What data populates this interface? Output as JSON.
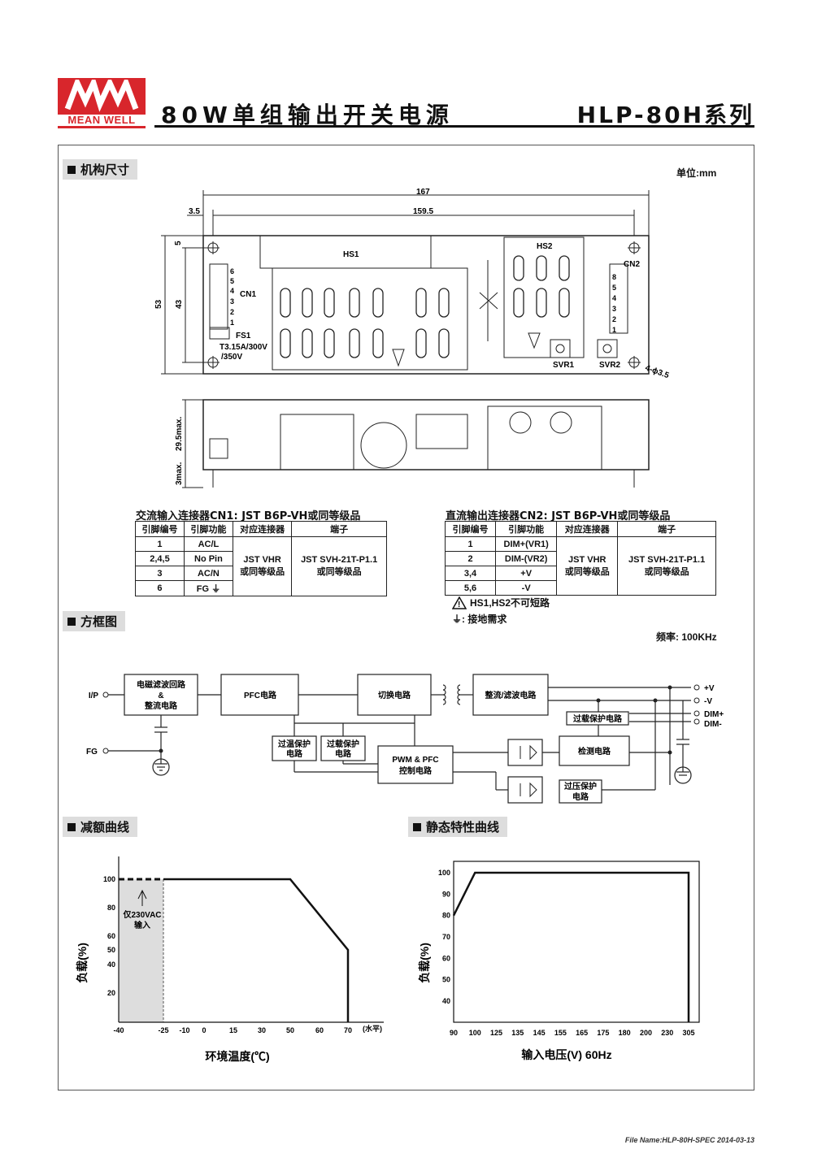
{
  "header": {
    "logo_text": "MEAN WELL",
    "title": "80W单组输出开关电源",
    "series": "HLP-80H系列"
  },
  "sections": {
    "mech": "机构尺寸",
    "block": "方框图",
    "derating": "减额曲线",
    "static": "静态特性曲线"
  },
  "mech": {
    "unit": "单位:mm",
    "dims": {
      "d167": "167",
      "d159": "159.5",
      "d35": "3.5",
      "d5": "5",
      "d53": "53",
      "d43": "43",
      "d295": "29.5max.",
      "d3": "3max.",
      "holes": "4-ϕ3.5"
    },
    "labels": {
      "hs1": "HS1",
      "hs2": "HS2",
      "cn1": "CN1",
      "cn2": "CN2",
      "fs1": "FS1",
      "fuse": "T3.15A/300V",
      "fuse2": "/350V",
      "svr1": "SVR1",
      "svr2": "SVR2"
    },
    "cn1_pins": [
      "6",
      "5",
      "4",
      "3",
      "2",
      "1"
    ],
    "cn2_pins": [
      "8",
      "5",
      "4",
      "3",
      "2",
      "1"
    ]
  },
  "cn1": {
    "title": "交流输入连接器CN1: JST B6P-VH或同等级品",
    "headers": [
      "引脚编号",
      "引脚功能",
      "对应连接器",
      "端子"
    ],
    "rows": [
      [
        "1",
        "AC/L"
      ],
      [
        "2,4,5",
        "No Pin"
      ],
      [
        "3",
        "AC/N"
      ],
      [
        "6",
        "FG ⏚"
      ]
    ],
    "mating": [
      "JST VHR",
      "或同等级品"
    ],
    "terminal": [
      "JST SVH-21T-P1.1",
      "或同等级品"
    ]
  },
  "cn2": {
    "title": "直流输出连接器CN2: JST B6P-VH或同等级品",
    "headers": [
      "引脚编号",
      "引脚功能",
      "对应连接器",
      "端子"
    ],
    "rows": [
      [
        "1",
        "DIM+(VR1)"
      ],
      [
        "2",
        "DIM-(VR2)"
      ],
      [
        "3,4",
        "+V"
      ],
      [
        "5,6",
        "-V"
      ]
    ],
    "mating": [
      "JST VHR",
      "或同等级品"
    ],
    "terminal": [
      "JST SVH-21T-P1.1",
      "或同等级品"
    ]
  },
  "notes": {
    "hs": "HS1,HS2不可短路",
    "fg": "⏚: 接地需求"
  },
  "block": {
    "freq": "频率: 100KHz",
    "ip": "I/P",
    "fg": "FG",
    "emi": [
      "电磁滤波回路",
      "&",
      "整流电路"
    ],
    "pfc": "PFC电路",
    "switch": "切换电路",
    "rect": "整流/滤波电路",
    "otp": [
      "过温保护",
      "电路"
    ],
    "olp": [
      "过载保护",
      "电路"
    ],
    "pwm": [
      "PWM & PFC",
      "控制电路"
    ],
    "olp2": "过载保护电路",
    "detect": "检测电路",
    "ovp": [
      "过压保护",
      "电路"
    ],
    "outputs": [
      "+V",
      "-V",
      "DIM+",
      "DIM-"
    ]
  },
  "derating_chart": {
    "ylabel": "负载(%)",
    "xlabel": "环境温度(℃)",
    "x_unit": "(水平)",
    "note": [
      "仅230VAC",
      "输入"
    ],
    "x_ticks": [
      "-40",
      "-25",
      "-10",
      "0",
      "15",
      "30",
      "50",
      "60",
      "70"
    ],
    "y_ticks": [
      "100",
      "80",
      "60",
      "50",
      "40",
      "20"
    ]
  },
  "static_chart": {
    "ylabel": "负载(%)",
    "xlabel": "输入电压(V) 60Hz",
    "x_ticks": [
      "90",
      "100",
      "125",
      "135",
      "145",
      "155",
      "165",
      "175",
      "180",
      "200",
      "230",
      "305"
    ],
    "y_ticks": [
      "100",
      "90",
      "80",
      "70",
      "60",
      "50",
      "40"
    ]
  },
  "chart_data": [
    {
      "type": "line",
      "ylabel": "负载(%)",
      "xlabel": "环境温度(℃)",
      "xlim": [
        -40,
        70
      ],
      "ylim": [
        0,
        100
      ],
      "series": [
        {
          "x": [
            -25,
            50,
            70,
            70
          ],
          "y": [
            100,
            100,
            50,
            0
          ]
        }
      ],
      "dashed_segment": {
        "x": [
          -40,
          -25
        ],
        "y": [
          100,
          100
        ]
      }
    },
    {
      "type": "line",
      "ylabel": "负载(%)",
      "xlabel": "输入电压(V) 60Hz",
      "series": [
        {
          "x": [
            90,
            100,
            305,
            305
          ],
          "y": [
            80,
            100,
            100,
            0
          ]
        }
      ]
    }
  ],
  "footer": "File Name:HLP-80H-SPEC   2014-03-13"
}
